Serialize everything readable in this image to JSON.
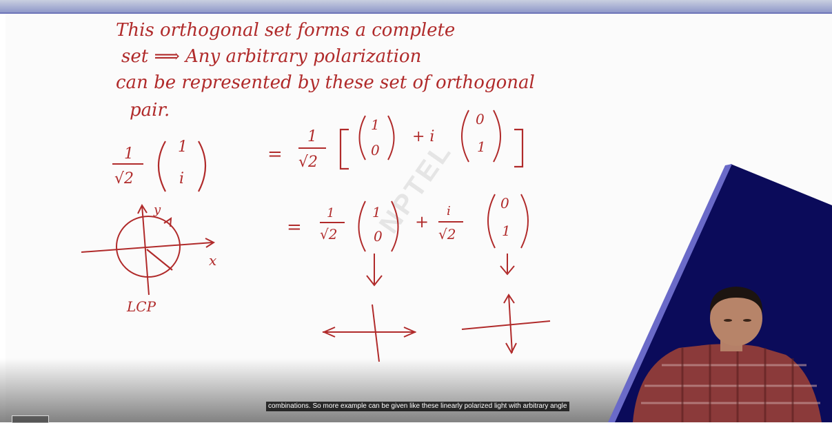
{
  "board": {
    "line1": "This orthogonal set forms a complete",
    "line2": "set ⟹ Any arbitrary polarization",
    "line3": "can be represented by these set of orthogonal",
    "line4": "pair.",
    "lcp_label": "LCP",
    "x_axis_label": "x",
    "y_axis_label": "y",
    "eq1_lhs_num": "1",
    "eq1_lhs_den": "√2",
    "eq1_vec_top": "1",
    "eq1_vec_bot": "i",
    "eq1_rhs_num": "1",
    "eq1_rhs_den": "√2",
    "eq1_v1_top": "1",
    "eq1_v1_bot": "0",
    "plus_i": "+ i",
    "eq1_v2_top": "0",
    "eq1_v2_bot": "1",
    "eq2_c1_num": "1",
    "eq2_c1_den": "√2",
    "eq2_c2_num": "i",
    "eq2_c2_den": "√2",
    "eq2_plus": "+",
    "equals": "="
  },
  "watermark": "NPTEL",
  "caption": "combinations. So more example can be given like these linearly polarized light with arbitrary angle",
  "colors": {
    "ink": "#b02a2a",
    "panel": "#0b0b5a",
    "panel_edge": "#6a6ac8"
  }
}
